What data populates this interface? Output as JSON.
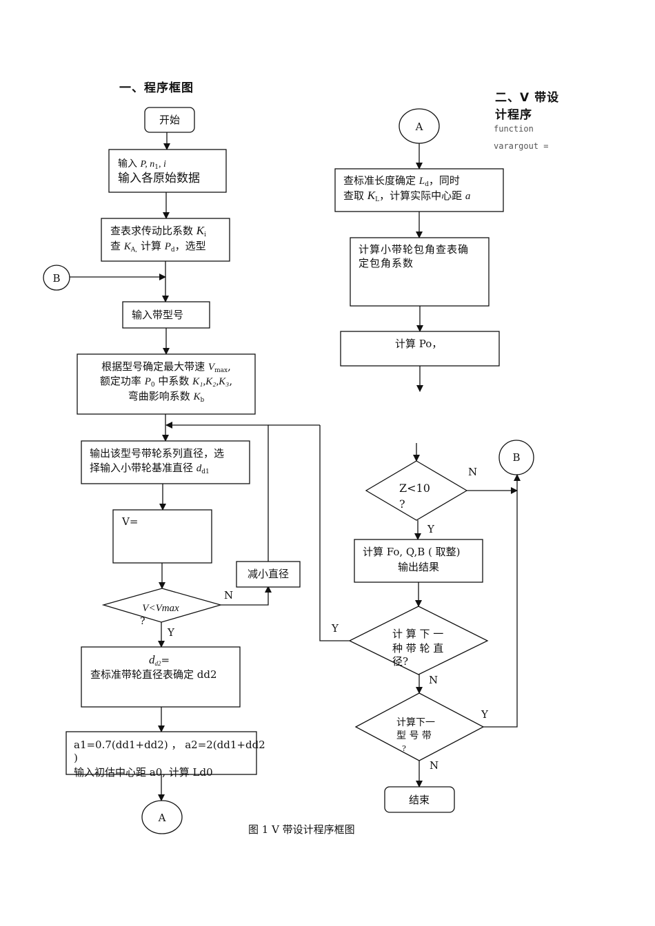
{
  "headings": {
    "section1": "一、程序框图",
    "section2_line1": "二、V 带设",
    "section2_line2": "计程序"
  },
  "code_snippet": [
    "function",
    "varargout ="
  ],
  "caption": "图 1  V 带设计程序框图",
  "nodes": {
    "start": "开始",
    "input_params_prefix": "输入 ",
    "input_params_vars": "P, n",
    "input_params_sub": "1",
    "input_params_i": ",  i",
    "input_params_line2": "输入各原始数据",
    "lookup_ki_line1": "查表求传动比系数 ",
    "lookup_ki_var": "K",
    "lookup_ki_sub": "i",
    "lookup_ka_pre": "查 ",
    "lookup_ka_var": "K",
    "lookup_ka_sub": "A,",
    "lookup_ka_mid": " 计算 ",
    "lookup_pd_var": "P",
    "lookup_pd_sub": "d",
    "lookup_ka_end": "，选型",
    "input_belt_type": "输入带型号",
    "determine_line1": "根据型号确定最大带速 ",
    "determine_vmax": "V",
    "determine_vmax_sub": "max",
    "determine_line2_pre": "额定功率 ",
    "determine_p0": "P",
    "determine_p0_sub": "0",
    "determine_line2_mid": " 中系数 ",
    "determine_k": "K₁,K₂,K₃",
    "determine_line3": "弯曲影响系数 ",
    "determine_kb": "K",
    "determine_kb_sub": "b",
    "output_diam_line1": "输出该型号带轮系列直径，选",
    "output_diam_line2": "择输入小带轮基准直径 ",
    "output_diam_dd1": "d",
    "output_diam_dd1_sub": "d1",
    "v_calc": "V=",
    "decision_v": "V<Vmax",
    "decision_v_q": "?",
    "reduce_diam": "减小直径",
    "dd2_var": "d",
    "dd2_sub": "d2",
    "dd2_eq": "=",
    "dd2_line2": "查标准带轮直径表确定 dd2",
    "a_line1": "a1=0.7(dd1+dd2) ，  a2=2(dd1+dd2",
    "a_line2": ")",
    "a_line3": "输入初估中心距 a0, 计算   Ld0",
    "connector_a": "A",
    "connector_b": "B",
    "ld_line1_pre": "查标准长度确定 ",
    "ld_var": "L",
    "ld_sub": "d",
    "ld_line1_end": "，同时",
    "ld_line2_pre": "查取 ",
    "kl_var": "K",
    "kl_sub": "L",
    "ld_line2_end": "，计算实际中心距 ",
    "ld_a": "a",
    "wrap_angle_line1": "计算小带轮包角查表确",
    "wrap_angle_line2": "定包角系数",
    "calc_po": "计算 Po，",
    "decision_z": "Z<10",
    "decision_z_q": "?",
    "calc_fo": "计算 Fo, Q,B ( 取整)",
    "calc_fo_line2": "输出结果",
    "decision_next_diam_l1": "计 算 下 一",
    "decision_next_diam_l2": "种 带 轮 直",
    "decision_next_diam_l3": "径?",
    "decision_next_type_l1": "计算下一",
    "decision_next_type_l2": "型  号  带",
    "decision_next_type_l3": "?",
    "end": "结束"
  },
  "branch_labels": {
    "yes": "Y",
    "no": "N"
  }
}
